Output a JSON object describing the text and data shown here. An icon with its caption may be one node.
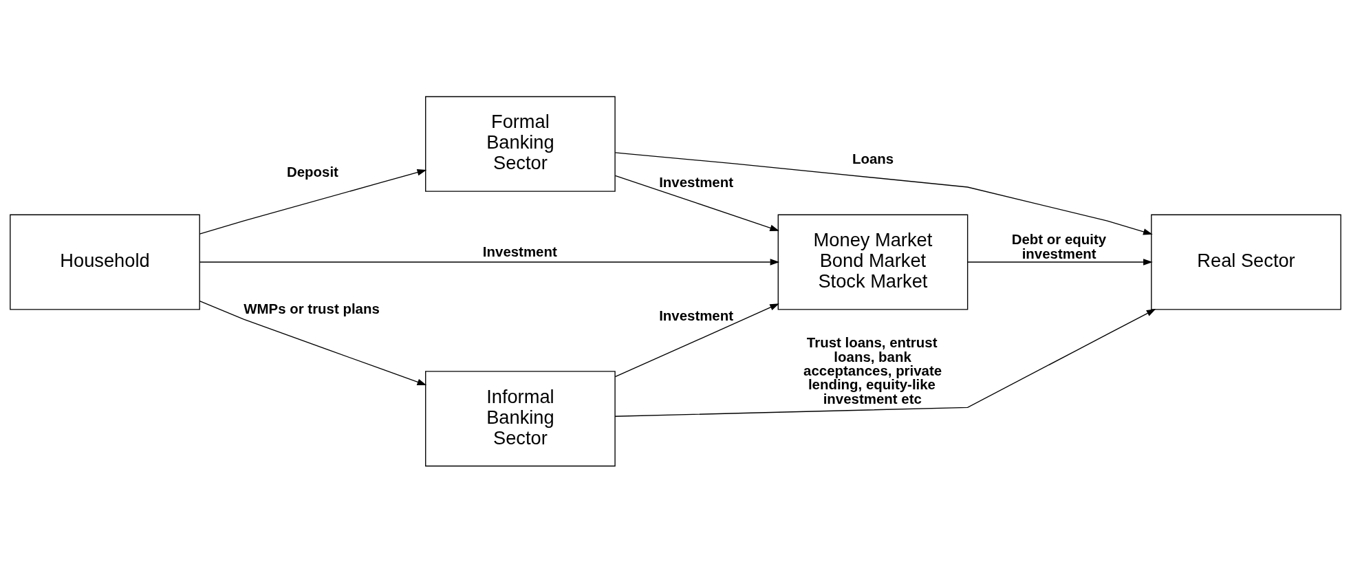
{
  "diagram": {
    "nodes": [
      {
        "text": [
          "Formal Banking Sector"
        ]
      },
      {
        "text": [
          "Household"
        ]
      },
      {
        "text": [
          "Money Market Bond Market Stock Market"
        ]
      },
      {
        "text": [
          "Real Sector"
        ]
      },
      {
        "text": [
          "Informal Banking Sector"
        ]
      }
    ],
    "edges": [
      {
        "from": 1,
        "to": 0,
        "arrow": "to",
        "label": "Deposit"
      },
      {
        "from": 0,
        "to": 3,
        "arrow": "to",
        "label": "Loans"
      },
      {
        "from": 0,
        "to": 2,
        "arrow": "to",
        "label": "Investment"
      },
      {
        "from": 1,
        "to": 2,
        "arrow": "to",
        "label": "Investment"
      },
      {
        "from": 2,
        "to": 3,
        "arrow": "to",
        "label": "Debt or equity investment"
      },
      {
        "from": 1,
        "to": 4,
        "arrow": "to",
        "label": "WMPs or trust plans"
      },
      {
        "from": 4,
        "to": 2,
        "arrow": "to",
        "label": "Investment"
      },
      {
        "from": 4,
        "to": 3,
        "arrow": "to",
        "label": "Trust loans, entrust loans, bank acceptances, private lending, equity-like investment etc"
      }
    ]
  }
}
